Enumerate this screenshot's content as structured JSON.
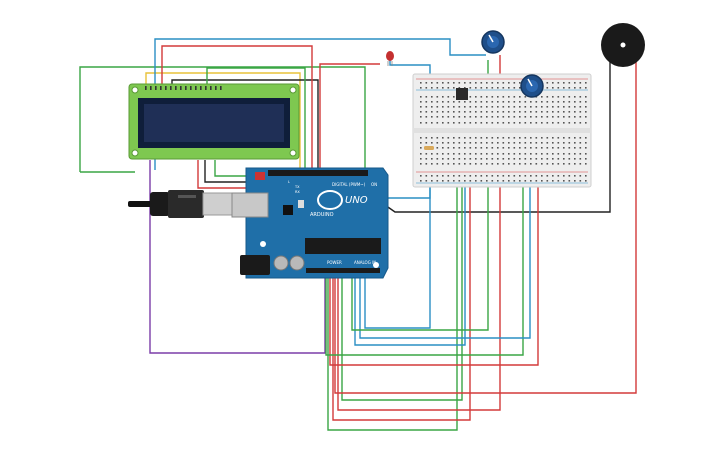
{
  "board": {
    "model": "UNO",
    "brand": "ARDUINO",
    "header_digital": "DIGITAL (PWM~)",
    "header_power": "POWER",
    "header_analog": "ANALOG IN",
    "pin_on": "ON",
    "pin_tx": "TX",
    "pin_rx": "RX",
    "pin_l": "L"
  },
  "components": [
    {
      "name": "lcd-16x2"
    },
    {
      "name": "arduino-uno"
    },
    {
      "name": "breadboard"
    },
    {
      "name": "potentiometer"
    },
    {
      "name": "potentiometer"
    },
    {
      "name": "piezo-buzzer"
    },
    {
      "name": "led"
    },
    {
      "name": "resistor"
    },
    {
      "name": "temperature-sensor"
    },
    {
      "name": "usb-cable"
    }
  ],
  "wire_colors": {
    "blue": "#2a8fc4",
    "red": "#d33a3a",
    "green": "#3aa645",
    "purple": "#7b3da8",
    "black": "#222222",
    "yellow": "#e8c23a"
  }
}
